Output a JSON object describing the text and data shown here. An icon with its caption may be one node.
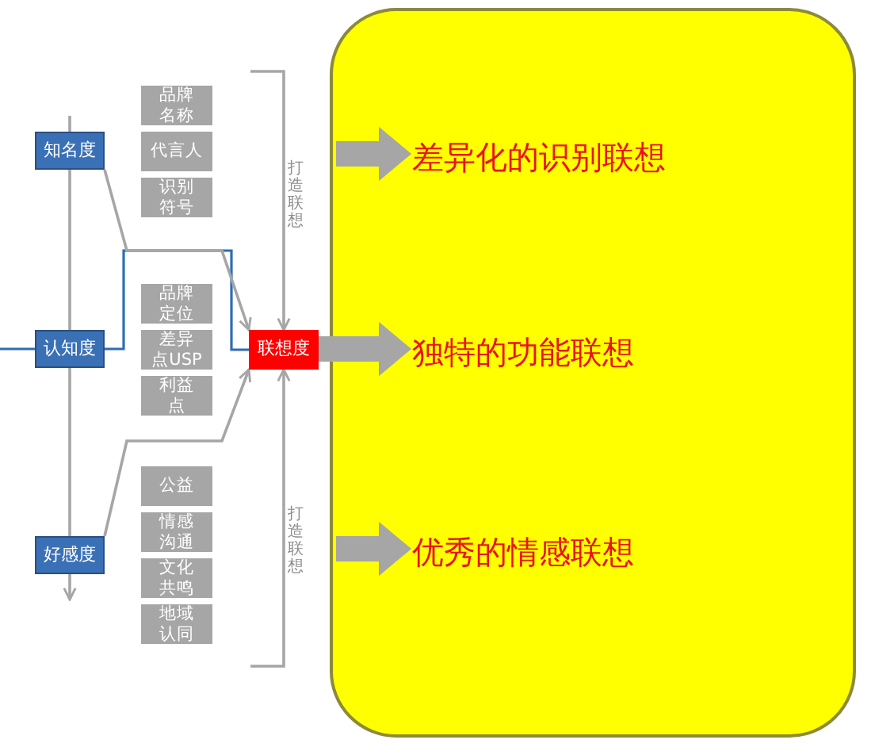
{
  "diagram": {
    "nodes": [
      {
        "text": [
          "知名度"
        ]
      },
      {
        "text": [
          "认知度"
        ]
      },
      {
        "text": [
          "好感度"
        ]
      },
      {
        "text": [
          "品牌名称"
        ]
      },
      {
        "text": [
          "代言人"
        ]
      },
      {
        "text": [
          "识别符号"
        ]
      },
      {
        "text": [
          "品牌定位"
        ]
      },
      {
        "text": [
          "差异点USP"
        ]
      },
      {
        "text": [
          "利益点"
        ]
      },
      {
        "text": [
          "公益"
        ]
      },
      {
        "text": [
          "情感沟通"
        ]
      },
      {
        "text": [
          "文化共鸣"
        ]
      },
      {
        "text": [
          "地域认同"
        ]
      },
      {
        "text": [
          "联想度"
        ]
      },
      {
        "text": [],
        "shape": "box"
      },
      {
        "text": [
          "差异化的识别联想"
        ],
        "in": 14
      },
      {
        "text": [
          "独特的功能联想"
        ],
        "in": 14
      },
      {
        "text": [
          "优秀的情感联想"
        ],
        "in": 14
      }
    ],
    "edges": [
      {
        "from": null,
        "to": 0,
        "arrow": "none"
      },
      {
        "from": 0,
        "to": 1,
        "arrow": "none"
      },
      {
        "from": 1,
        "to": 2,
        "arrow": "none"
      },
      {
        "from": 2,
        "to": null,
        "arrow": "to"
      },
      {
        "from": null,
        "to": 1,
        "arrow": "none",
        "color": "#2e6db4"
      },
      {
        "from": 1,
        "to": 13,
        "arrow": "none",
        "color": "#2e6db4"
      },
      {
        "from": 0,
        "to": 13,
        "arrow": "to"
      },
      {
        "from": 2,
        "to": 13,
        "arrow": "to"
      },
      {
        "from": null,
        "to": 13,
        "arrow": "to",
        "label": "打造联想"
      },
      {
        "from": null,
        "to": 13,
        "arrow": "to",
        "label": "打造联想"
      },
      {
        "from": null,
        "to": 15,
        "arrow": "to",
        "style": "thick"
      },
      {
        "from": 13,
        "to": 16,
        "arrow": "to",
        "style": "thick"
      },
      {
        "from": null,
        "to": 17,
        "arrow": "to",
        "style": "thick"
      }
    ]
  }
}
